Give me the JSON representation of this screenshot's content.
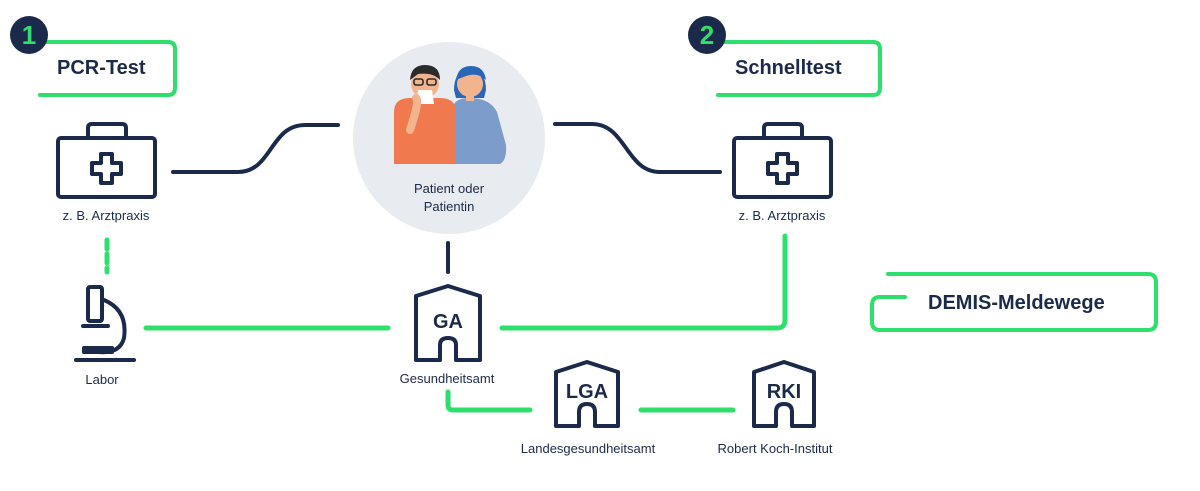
{
  "colors": {
    "navy": "#1b2a4a",
    "green": "#2ee06b",
    "patient_bg": "#e8ebef",
    "shirt_orange": "#f07a4e",
    "shirt_blue": "#7c9ccc"
  },
  "steps": [
    {
      "number": "1",
      "title": "PCR-Test"
    },
    {
      "number": "2",
      "title": "Schnelltest"
    }
  ],
  "patient": {
    "label_line1": "Patient oder",
    "label_line2": "Patientin"
  },
  "nodes": {
    "praxis_left": {
      "label": "z. B. Arztpraxis",
      "icon": "medical-kit-icon"
    },
    "praxis_right": {
      "label": "z. B. Arztpraxis",
      "icon": "medical-kit-icon"
    },
    "labor": {
      "label": "Labor",
      "icon": "microscope-icon"
    },
    "ga": {
      "code": "GA",
      "label": "Gesundheitsamt"
    },
    "lga": {
      "code": "LGA",
      "label": "Landesgesundheitsamt"
    },
    "rki": {
      "code": "RKI",
      "label": "Robert Koch-Institut"
    }
  },
  "legend": {
    "label": "DEMIS-Meldewege"
  }
}
